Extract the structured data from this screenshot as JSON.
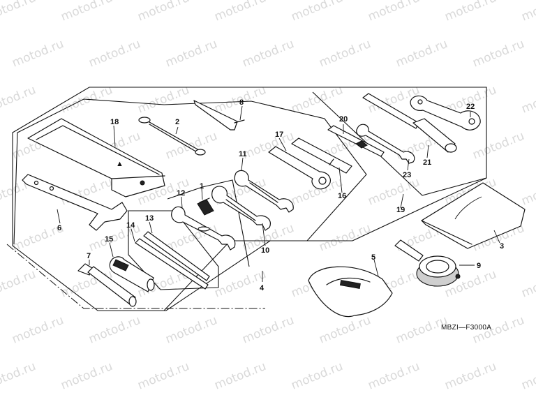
{
  "watermark": {
    "text": "motod.ru"
  },
  "diagram_code": "MBZI—F3000A",
  "callouts": {
    "c1": "1",
    "c2": "2",
    "c3": "3",
    "c4": "4",
    "c5": "5",
    "c6": "6",
    "c7": "7",
    "c8": "8",
    "c9": "9",
    "c10": "10",
    "c11": "11",
    "c12": "12",
    "c13": "13",
    "c14": "14",
    "c15": "15",
    "c16": "16",
    "c17": "17",
    "c18": "18",
    "c19": "19",
    "c20": "20",
    "c21": "21",
    "c22": "22",
    "c23": "23"
  }
}
